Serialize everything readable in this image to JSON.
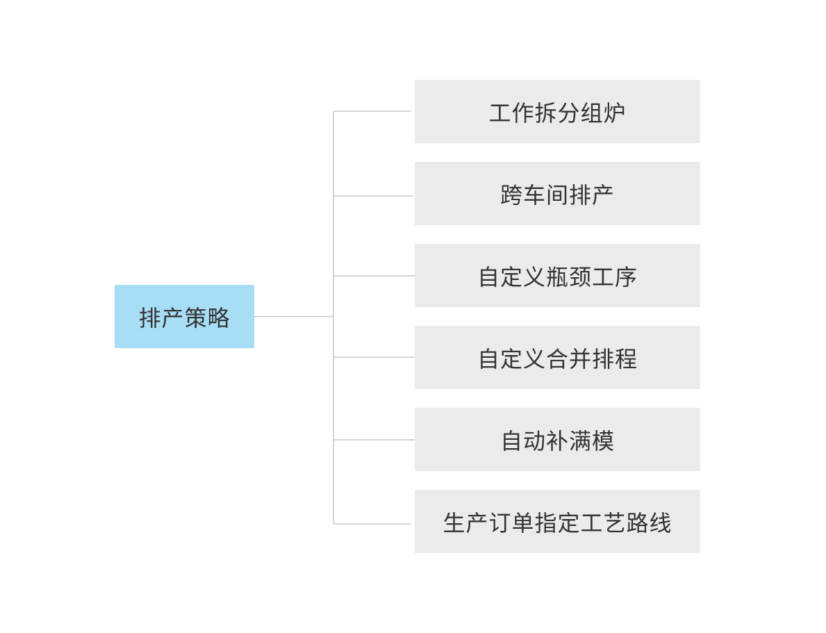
{
  "diagram": {
    "root": {
      "label": "排产策略"
    },
    "children": [
      {
        "label": "工作拆分组炉"
      },
      {
        "label": "跨车间排产"
      },
      {
        "label": "自定义瓶颈工序"
      },
      {
        "label": "自定义合并排程"
      },
      {
        "label": "自动补满模"
      },
      {
        "label": "生产订单指定工艺路线"
      }
    ],
    "colors": {
      "root_fill": "#a8ddf6",
      "child_fill": "#ebebeb",
      "connector": "#c8c8c8",
      "text": "#333333"
    }
  }
}
